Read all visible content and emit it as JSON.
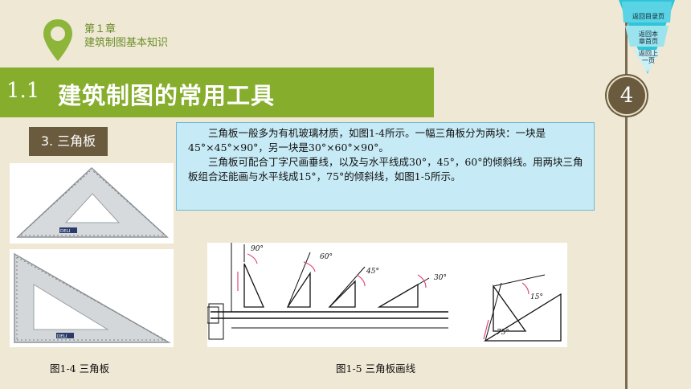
{
  "header": {
    "chapter": "第１章",
    "subject": "建筑制图基本知识"
  },
  "section": {
    "number": "1.1",
    "title": "建筑制图的常用工具"
  },
  "page_number": "4",
  "subsection": "3. 三角板",
  "nav": {
    "back_toc": "返回目录页",
    "back_chapter_1": "返回本",
    "back_chapter_2": "章首页",
    "back_prev_1": "返回上",
    "back_prev_2": "一页"
  },
  "info": {
    "para1": "三角板一般多为有机玻璃材质，如图1-4所示。一幅三角板分为两块：一块是45°×45°×90°，另一块是30°×60°×90°。",
    "para2": "三角板可配合丁字尺画垂线，以及与水平线成30°，45°，60°的倾斜线。用两块三角板组合还能画与水平线成15°，75°的倾斜线，如图1-5所示。"
  },
  "figures": {
    "brand1": "DELI",
    "brand2": "DELI",
    "angles": [
      "90°",
      "60°",
      "45°",
      "30°",
      "15°",
      "75°"
    ],
    "caption_left": "图1-4 三角板",
    "caption_right": "图1-5 三角板画线"
  },
  "colors": {
    "accent_green": "#86ad2c",
    "brown": "#6a5a3e",
    "info_bg": "#c7ebf6",
    "nav_cyan": "#2fc4d8"
  }
}
